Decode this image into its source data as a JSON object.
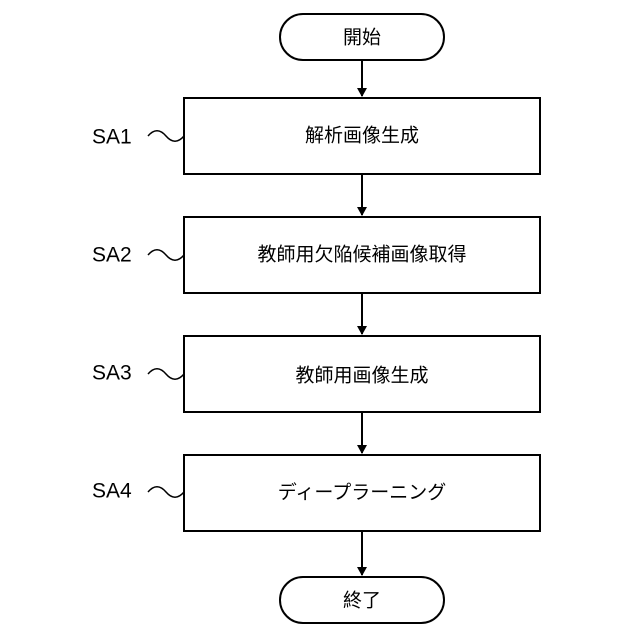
{
  "flowchart": {
    "start": "開始",
    "end": "終了",
    "steps": [
      {
        "id": "SA1",
        "label": "解析画像生成"
      },
      {
        "id": "SA2",
        "label": "教師用欠陥候補画像取得"
      },
      {
        "id": "SA3",
        "label": "教師用画像生成"
      },
      {
        "id": "SA4",
        "label": "ディープラーニング"
      }
    ]
  },
  "colors": {
    "stroke": "#000000",
    "background": "#ffffff"
  }
}
